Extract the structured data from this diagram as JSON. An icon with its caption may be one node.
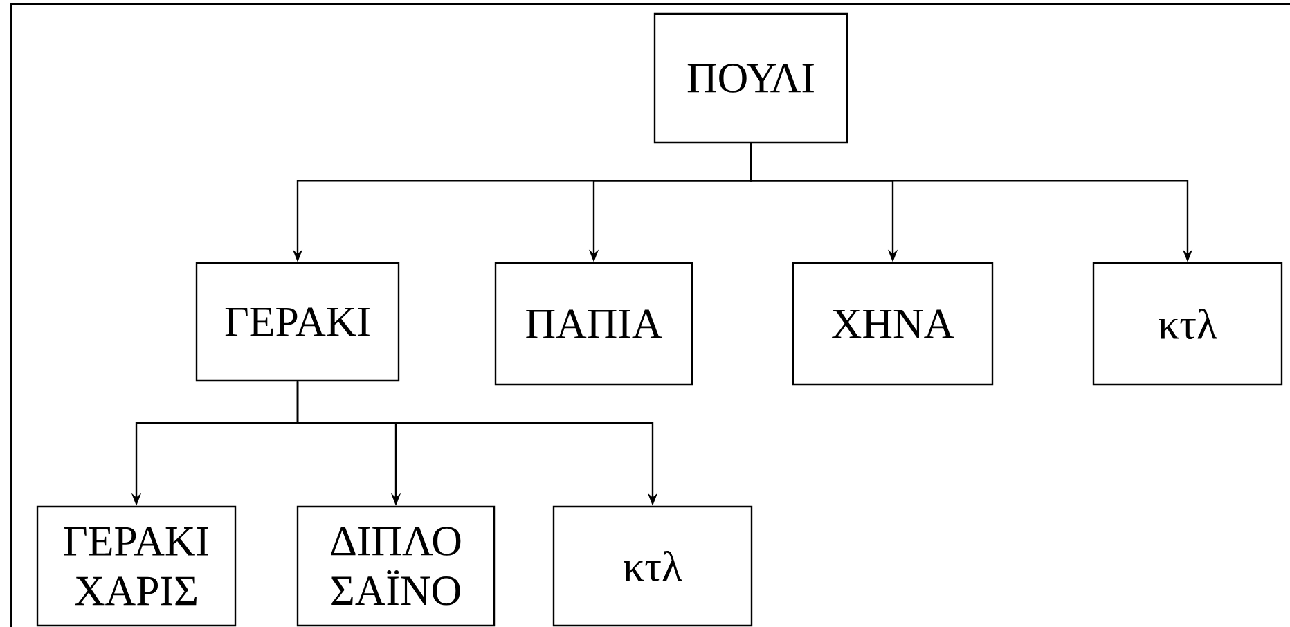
{
  "diagram": {
    "nodes": [
      {
        "text": [
          "ΠΟΥΛΙ"
        ]
      },
      {
        "text": [
          "ΓΕΡΑΚΙ"
        ]
      },
      {
        "text": [
          "ΠΑΠΙΑ"
        ]
      },
      {
        "text": [
          "ΧΗΝΑ"
        ]
      },
      {
        "text": [
          "κτλ"
        ]
      },
      {
        "text": [
          "ΓΕΡΑΚΙ ΧΑΡΙΣ"
        ]
      },
      {
        "text": [
          "ΔΙΠΛΟ ΣΑΪΝΟ"
        ]
      },
      {
        "text": [
          "κτλ"
        ]
      }
    ],
    "edges": [
      {
        "from": 0,
        "to": 1,
        "arrow": "to"
      },
      {
        "from": 0,
        "to": 2,
        "arrow": "to"
      },
      {
        "from": 0,
        "to": 3,
        "arrow": "to"
      },
      {
        "from": 0,
        "to": 4,
        "arrow": "to"
      },
      {
        "from": 1,
        "to": 5,
        "arrow": "to"
      },
      {
        "from": 1,
        "to": 6,
        "arrow": "to"
      },
      {
        "from": 1,
        "to": 7,
        "arrow": "to"
      }
    ]
  }
}
